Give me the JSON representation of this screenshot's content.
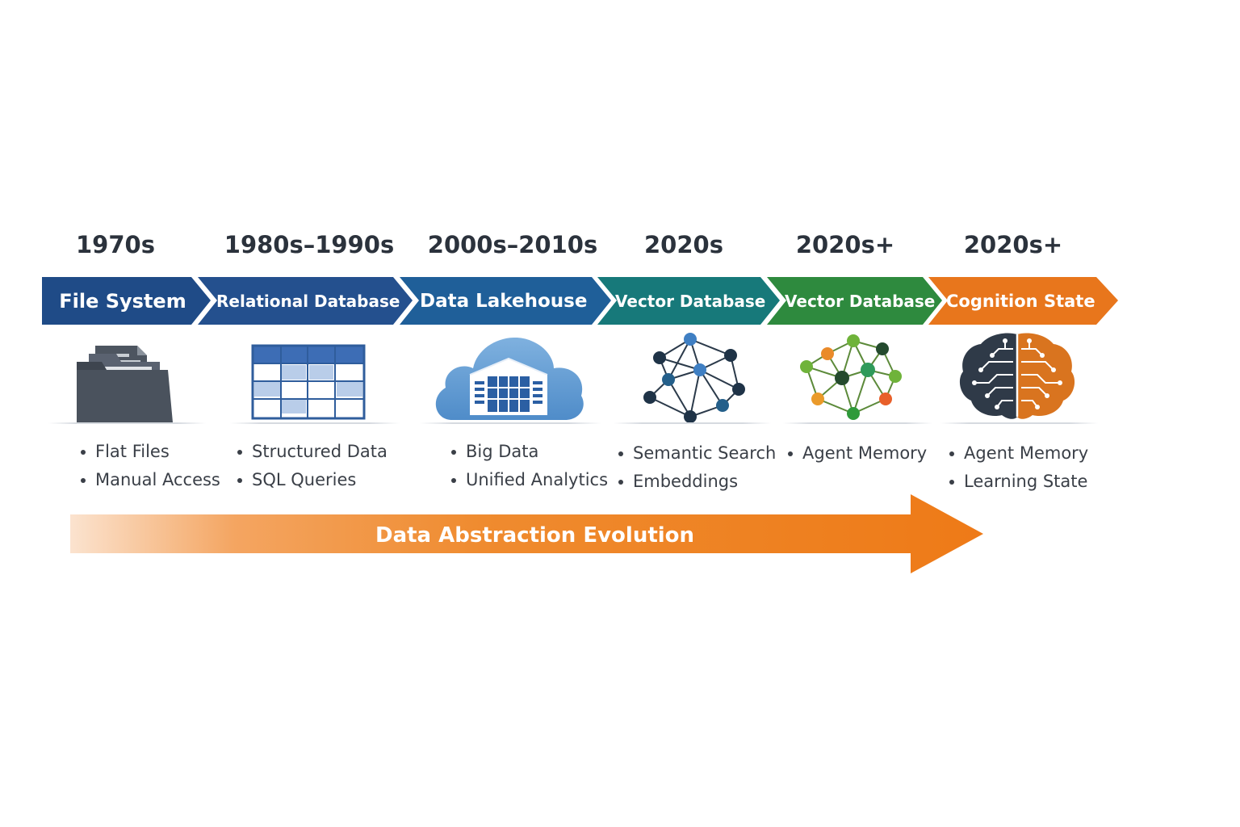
{
  "stages": [
    {
      "era": "1970s",
      "title": "File System",
      "icon": "folder-icon",
      "color": "#1f4b87",
      "bullets": [
        "Flat Files",
        "Manual Access"
      ]
    },
    {
      "era": "1980s–1990s",
      "title": "Relational Database",
      "icon": "table-grid-icon",
      "color": "#24508e",
      "bullets": [
        "Structured Data",
        "SQL Queries"
      ]
    },
    {
      "era": "2000s–2010s",
      "title": "Data Lakehouse",
      "icon": "cloud-warehouse-icon",
      "color": "#1f5f99",
      "bullets": [
        "Big Data",
        "Unified Analytics"
      ]
    },
    {
      "era": "2020s",
      "title": "Vector Database",
      "icon": "vector-network-icon",
      "color": "#17797a",
      "bullets": [
        "Semantic Search",
        "Embeddings"
      ]
    },
    {
      "era": "2020s+",
      "title": "Vector Database",
      "icon": "agent-network-icon",
      "color": "#2e8a3e",
      "bullets": [
        "Agent  Memory"
      ]
    },
    {
      "era": "2020s+",
      "title": "Cognition State",
      "icon": "brain-circuit-icon",
      "color": "#e8761c",
      "bullets": [
        "Agent Memory",
        "Learning State"
      ]
    }
  ],
  "evolution": {
    "label": "Data Abstraction Evolution",
    "color": "#ee7a17"
  }
}
